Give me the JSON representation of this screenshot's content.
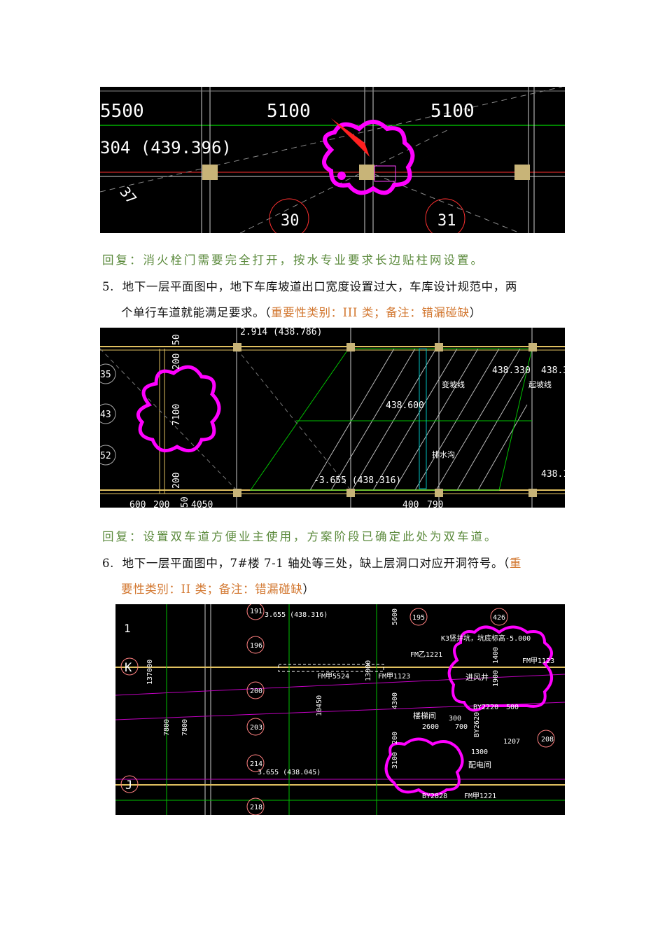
{
  "figure1": {
    "labels": [
      "5500",
      "5100",
      "5100",
      "304 (439.396)",
      "37",
      "30",
      "31"
    ]
  },
  "reply1": "回复：消火栓门需要完全打开，按水专业要求长边贴柱网设置。",
  "item5": {
    "number": "5.",
    "line1": "地下一层平面图中，地下车库坡道出口宽度设置过大，车库设计规范中，两",
    "line2": "个单行车道就能满足要求。（",
    "note": "重要性类别：III 类；备注：错漏碰缺",
    "close": "）"
  },
  "figure2": {
    "labels": [
      "2.914 (438.786)",
      "50",
      "200",
      "7100",
      "200",
      "50",
      "35",
      "43",
      "52",
      "438.330",
      "438.3",
      "变坡线",
      "起坡线",
      "438.600",
      "排水沟",
      "-3.655 (438.316)",
      "438.1",
      "600",
      "200",
      "4050",
      "400",
      "790"
    ]
  },
  "reply2": "回复：设置双车道方便业主使用，方案阶段已确定此处为双车道。",
  "item6": {
    "number": "6.",
    "line1": "地下一层平面图中，7#楼 7-1 轴处等三处，缺上层洞口对应开洞符号。（",
    "note_a": "重",
    "note_b": "要性类别：II 类；备注：错漏碰缺",
    "close": "）"
  },
  "figure3": {
    "labels": [
      "1",
      "K",
      "J",
      "137000",
      "7800",
      "7800",
      "191",
      "3.655 (438.316)",
      "196",
      "200",
      "203",
      "214",
      "3.655 (438.045)",
      "218",
      "5600",
      "13000",
      "10450",
      "4300",
      "3100",
      "200",
      "FM甲5524",
      "FM甲1123",
      "FM乙1221",
      "195",
      "426",
      "K3竖井坑，坑底标高-5.000",
      "进风井",
      "1400",
      "1900",
      "FM甲1123",
      "BY2220",
      "500",
      "楼梯间",
      "300",
      "700",
      "2600",
      "BY2620",
      "1207",
      "208",
      "1300",
      "配电间",
      "BY2828",
      "FM甲1221"
    ]
  },
  "colors": {
    "reply": "#5b8a3c",
    "note": "#d2762e",
    "cad_bg": "#000000",
    "cloud": "#ff00ff",
    "grid": "#00c000",
    "wall": "#e0c060"
  }
}
